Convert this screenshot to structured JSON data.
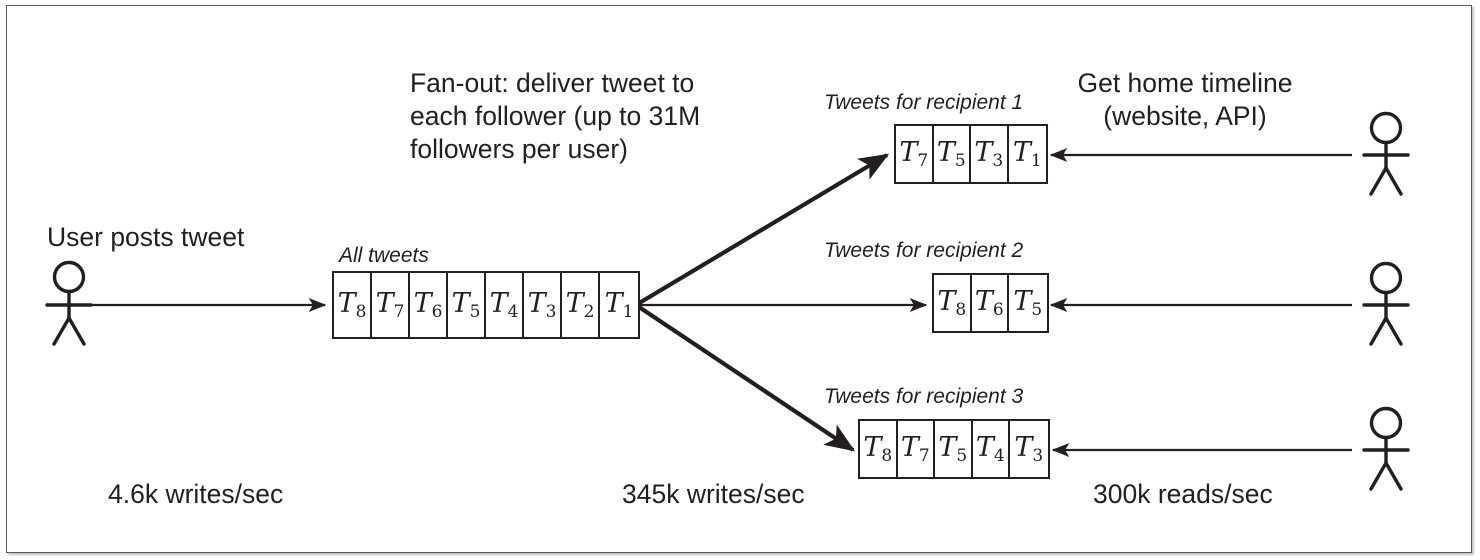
{
  "figure": {
    "title": "Twitter fan-out timeline delivery diagram",
    "stroke_color": "#231f20",
    "frame_color": "#58585a",
    "background": "#ffffff"
  },
  "annotations": {
    "user_posts": "User posts tweet",
    "fanout": "Fan-out: deliver tweet to\neach follower (up to 31M\nfollowers per user)",
    "get_home_timeline": "Get home timeline\n(website, API)"
  },
  "metrics": {
    "writes_in": "4.6k writes/sec",
    "writes_fanout": "345k writes/sec",
    "reads": "300k reads/sec"
  },
  "stores": {
    "all_tweets": {
      "label": "All tweets",
      "cells": [
        "T8",
        "T7",
        "T6",
        "T5",
        "T4",
        "T3",
        "T2",
        "T1"
      ],
      "bases": [
        "T",
        "T",
        "T",
        "T",
        "T",
        "T",
        "T",
        "T"
      ],
      "subs": [
        "8",
        "7",
        "6",
        "5",
        "4",
        "3",
        "2",
        "1"
      ]
    },
    "recipient1": {
      "label": "Tweets for recipient 1",
      "cells": [
        "T7",
        "T5",
        "T3",
        "T1"
      ],
      "bases": [
        "T",
        "T",
        "T",
        "T"
      ],
      "subs": [
        "7",
        "5",
        "3",
        "1"
      ]
    },
    "recipient2": {
      "label": "Tweets for recipient 2",
      "cells": [
        "T8",
        "T6",
        "T5"
      ],
      "bases": [
        "T",
        "T",
        "T"
      ],
      "subs": [
        "8",
        "6",
        "5"
      ]
    },
    "recipient3": {
      "label": "Tweets for recipient 3",
      "cells": [
        "T8",
        "T7",
        "T5",
        "T4",
        "T3"
      ],
      "bases": [
        "T",
        "T",
        "T",
        "T",
        "T"
      ],
      "subs": [
        "8",
        "7",
        "5",
        "4",
        "3"
      ]
    }
  },
  "actors": {
    "poster": "poster-stick-figure",
    "reader1": "reader-1-stick-figure",
    "reader2": "reader-2-stick-figure",
    "reader3": "reader-3-stick-figure"
  },
  "arrows": {
    "post": "write-arrow-to-all-tweets",
    "fanout1": "fanout-arrow-to-recipient-1",
    "fanout2": "fanout-arrow-to-recipient-2",
    "fanout3": "fanout-arrow-to-recipient-3",
    "read1": "read-arrow-from-reader-1",
    "read2": "read-arrow-from-reader-2",
    "read3": "read-arrow-from-reader-3"
  }
}
